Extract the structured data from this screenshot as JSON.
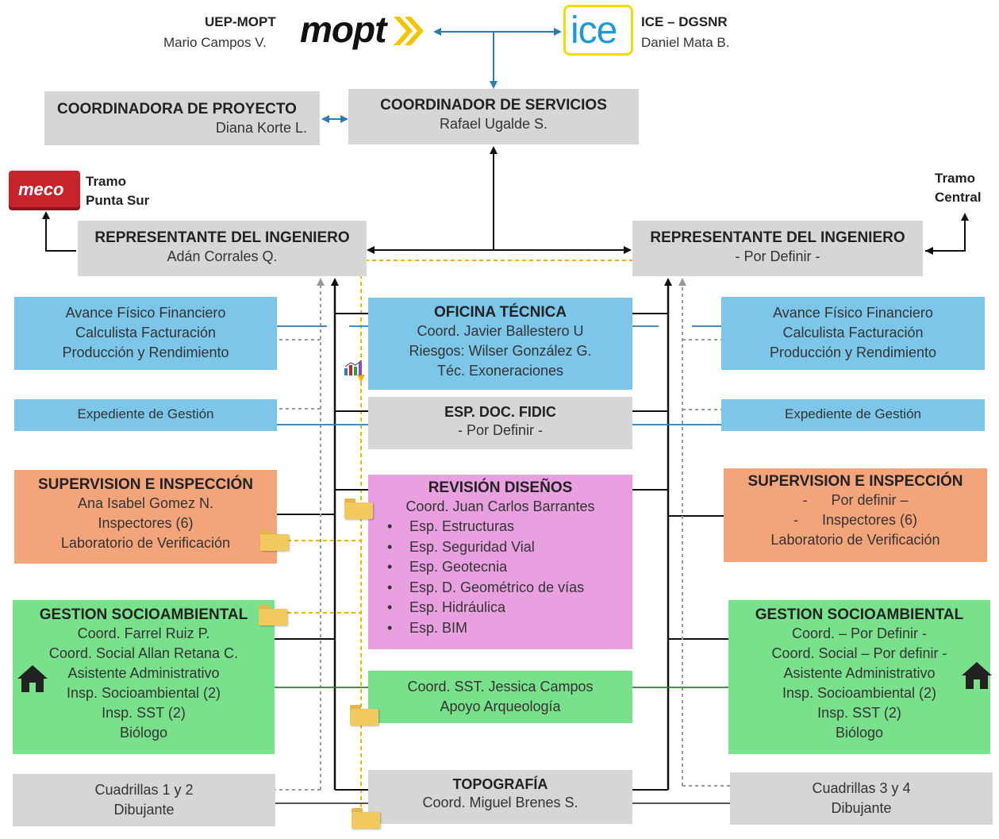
{
  "header": {
    "mopt_org": "UEP-MOPT",
    "mopt_person": "Mario Campos V.",
    "mopt_logo": "mopt",
    "ice_org": "ICE – DGSNR",
    "ice_person": "Daniel Mata B.",
    "ice_logo": "ICE"
  },
  "coordinadora": {
    "title": "COORDINADORA DE PROYECTO",
    "name": "Diana Korte L."
  },
  "coordinador": {
    "title": "COORDINADOR DE SERVICIOS",
    "name": "Rafael Ugalde S."
  },
  "meco": {
    "logo": "MECO",
    "tramo": "Tramo",
    "tramo_name": "Punta Sur"
  },
  "central": {
    "tramo": "Tramo",
    "tramo_name": "Central"
  },
  "rep_left": {
    "title": "REPRESENTANTE DEL INGENIERO",
    "name": "Adán Corrales Q."
  },
  "rep_right": {
    "title": "REPRESENTANTE DEL INGENIERO",
    "name": "- Por Definir -"
  },
  "avance_left": [
    "Avance Físico Financiero",
    "Calculista Facturación",
    "Producción y Rendimiento"
  ],
  "avance_right": [
    "Avance Físico Financiero",
    "Calculista Facturación",
    "Producción y Rendimiento"
  ],
  "oficina": {
    "title": "OFICINA TÉCNICA",
    "lines": [
      "Coord. Javier Ballestero U",
      "Riesgos: Wilser González G.",
      "Téc. Exoneraciones"
    ]
  },
  "expediente_left": "Expediente de Gestión",
  "expediente_right": "Expediente de Gestión",
  "fidic": {
    "title": "ESP. DOC. FIDIC",
    "name": "- Por Definir -"
  },
  "super_left": {
    "title": "SUPERVISION E INSPECCIÓN",
    "lines": [
      "Ana Isabel Gomez N.",
      "Inspectores (6)",
      "Laboratorio de Verificación"
    ]
  },
  "super_right": {
    "title": "SUPERVISION E INSPECCIÓN",
    "lines": [
      "-      Por definir –",
      "-      Inspectores (6)",
      "Laboratorio de Verificación"
    ]
  },
  "revision": {
    "title": "REVISIÓN DISEÑOS",
    "coord": "Coord. Juan Carlos Barrantes",
    "items": [
      "Esp. Estructuras",
      "Esp. Seguridad Vial",
      "Esp. Geotecnia",
      "Esp. D. Geométrico de vías",
      "Esp. Hidráulica",
      "Esp. BIM"
    ]
  },
  "socio_left": {
    "title": "GESTION SOCIOAMBIENTAL",
    "lines": [
      "Coord. Farrel Ruiz P.",
      "Coord. Social Allan Retana C.",
      "Asistente Administrativo",
      "Insp. Socioambiental (2)",
      "Insp. SST (2)",
      "Biólogo"
    ]
  },
  "socio_right": {
    "title": "GESTION SOCIOAMBIENTAL",
    "lines": [
      "Coord. – Por Definir -",
      "Coord. Social – Por definir -",
      "Asistente Administrativo",
      "Insp. Socioambiental (2)",
      "Insp. SST (2)",
      "Biólogo"
    ]
  },
  "sst": [
    "Coord. SST. Jessica Campos",
    "Apoyo Arqueología"
  ],
  "cuadrillas_left": [
    "Cuadrillas 1 y 2",
    "Dibujante"
  ],
  "cuadrillas_right": [
    "Cuadrillas 3 y 4",
    "Dibujante"
  ],
  "topografia": {
    "title": "TOPOGRAFÍA",
    "name": "Coord. Miguel Brenes S."
  },
  "colors": {
    "gray": "#d6d6d6",
    "blue": "#7cc6ea",
    "orange": "#f3a47a",
    "green": "#79e08c",
    "pink": "#e8a0e0",
    "connector_blue": "#2a7db0",
    "connector_yellow": "#f2b400",
    "meco_red": "#c8232c",
    "ice_blue": "#1e9ad6",
    "ice_yellow": "#f7d800",
    "mopt_yellow": "#f5c400"
  }
}
